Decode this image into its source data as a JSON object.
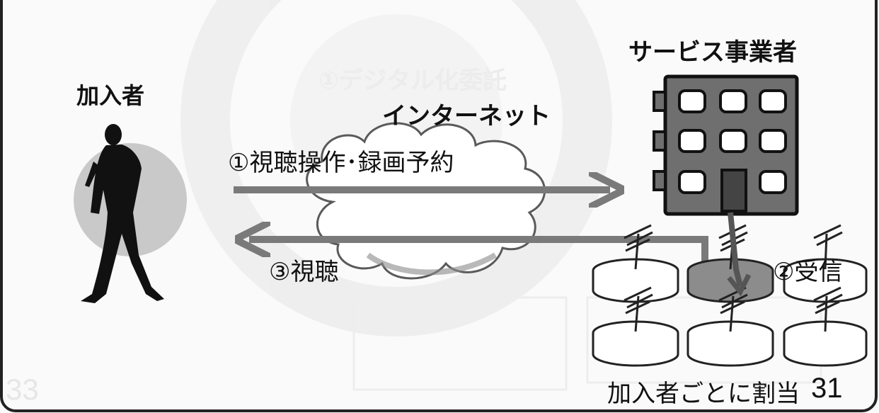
{
  "labels": {
    "subscriber": "加入者",
    "service_provider": "サービス事業者",
    "internet": "インターネット",
    "step1": "①視聴操作･録画予約",
    "step2": "②受信",
    "step3": "③視聴",
    "allocation_note": "加入者ごとに割当",
    "page_number": "31"
  },
  "background_ghost_text": {
    "faint_step": "①デジタル化委託",
    "side_number": "33"
  },
  "colors": {
    "arrow": "#7a7a7a",
    "building": "#6f6f6f",
    "building_windows": "#ffffff",
    "cloud_outline": "#5a5a5a",
    "silhouette": "#111111",
    "receiver_highlight": "#8c8c8c",
    "ghost_ring": "#eaeaea"
  },
  "icons": {
    "subscriber": "walking-person-icon",
    "provider": "office-building-icon",
    "receiver": "antenna-receiver-icon",
    "network": "cloud-icon"
  }
}
